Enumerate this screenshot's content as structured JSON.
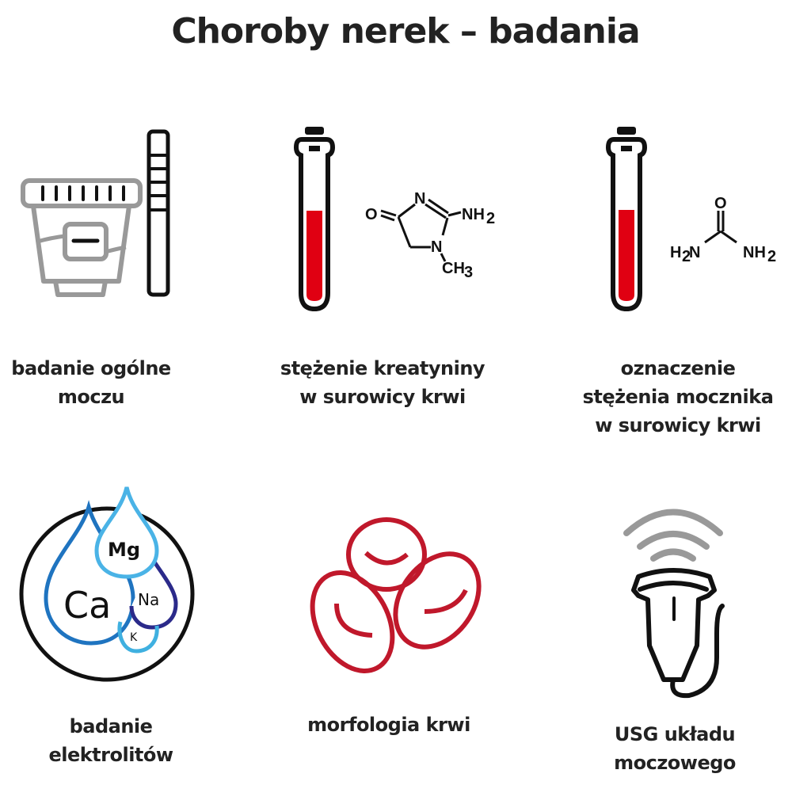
{
  "title": "Choroby nerek – badania",
  "colors": {
    "blood_red": "#e00012",
    "cell_red": "#c0182b",
    "gray": "#999999",
    "ca_blue": "#1f74c0",
    "mg_blue": "#4ab3e6",
    "na_blue": "#2b2a8a",
    "k_blue": "#3fb0e0"
  },
  "items": [
    {
      "icon": "urine-cup-and-test-strip-icon",
      "lines": [
        "badanie ogólne",
        "moczu"
      ]
    },
    {
      "icon": "blood-tube-icon",
      "lines": [
        "stężenie kreatyniny",
        "w surowicy krwi"
      ],
      "formula": {
        "o": "O",
        "n1": "N",
        "nh2": "NH",
        "sub2": "2",
        "n2": "N",
        "ch3": "CH",
        "sub3": "3"
      }
    },
    {
      "icon": "blood-tube-icon",
      "lines": [
        "oznaczenie",
        "stężenia mocznika",
        "w surowicy krwi"
      ],
      "formula": {
        "o": "O",
        "h2n": "H",
        "sub2a": "2",
        "n_left": "N",
        "nh2": "NH",
        "sub2b": "2"
      }
    },
    {
      "icon": "electrolyte-drops-icon",
      "lines": [
        "badanie",
        "elektrolitów"
      ],
      "elements": [
        "Ca",
        "Mg",
        "Na",
        "K"
      ]
    },
    {
      "icon": "red-blood-cells-icon",
      "lines": [
        "morfologia krwi"
      ]
    },
    {
      "icon": "ultrasound-probe-icon",
      "lines": [
        "USG układu",
        "moczowego"
      ]
    }
  ]
}
